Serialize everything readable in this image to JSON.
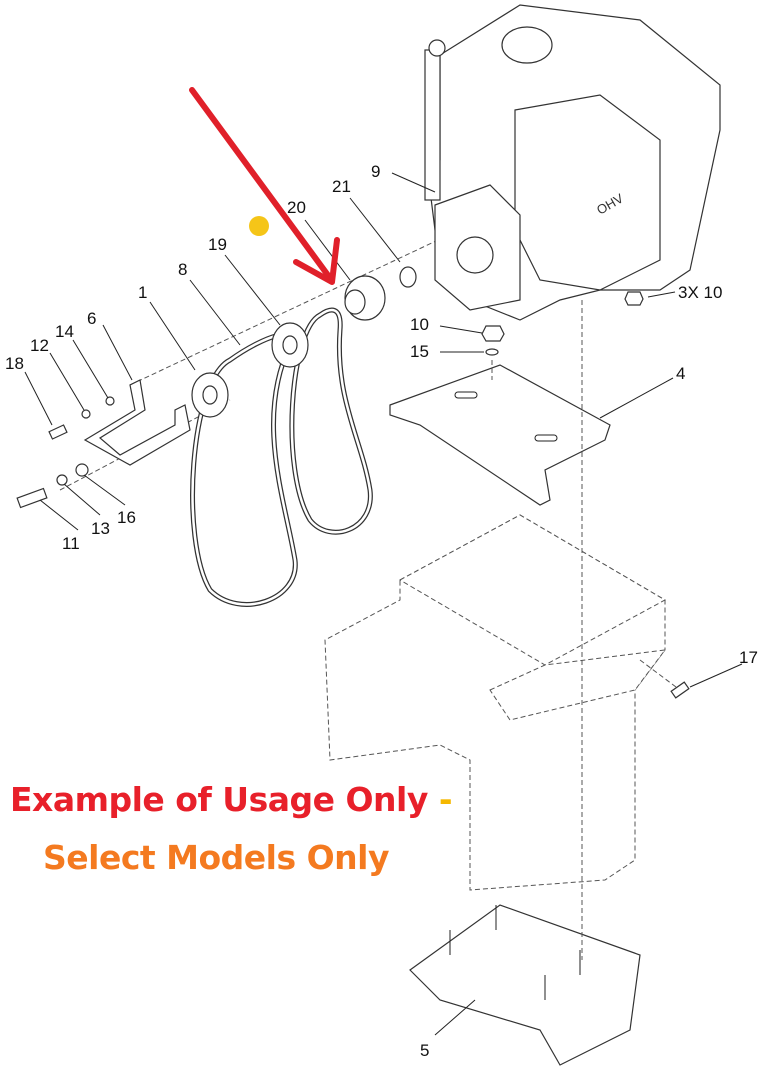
{
  "diagram": {
    "callouts": {
      "c1": "1",
      "c8": "8",
      "c19": "19",
      "c20": "20",
      "c21": "21",
      "c9": "9",
      "c3x10": "3X 10",
      "c10": "10",
      "c15": "15",
      "c4": "4",
      "c6": "6",
      "c14": "14",
      "c12": "12",
      "c18": "18",
      "c11": "11",
      "c13": "13",
      "c16": "16",
      "c17": "17",
      "c5": "5"
    },
    "engine_badge": "OHV"
  },
  "notice": {
    "line1": "Example of Usage Only",
    "dash": "-",
    "line2": "Select Models Only"
  },
  "colors": {
    "arrow": "#e0202a",
    "line1": "#e8202a",
    "line2": "#f47a20",
    "dot": "#f5c518"
  }
}
